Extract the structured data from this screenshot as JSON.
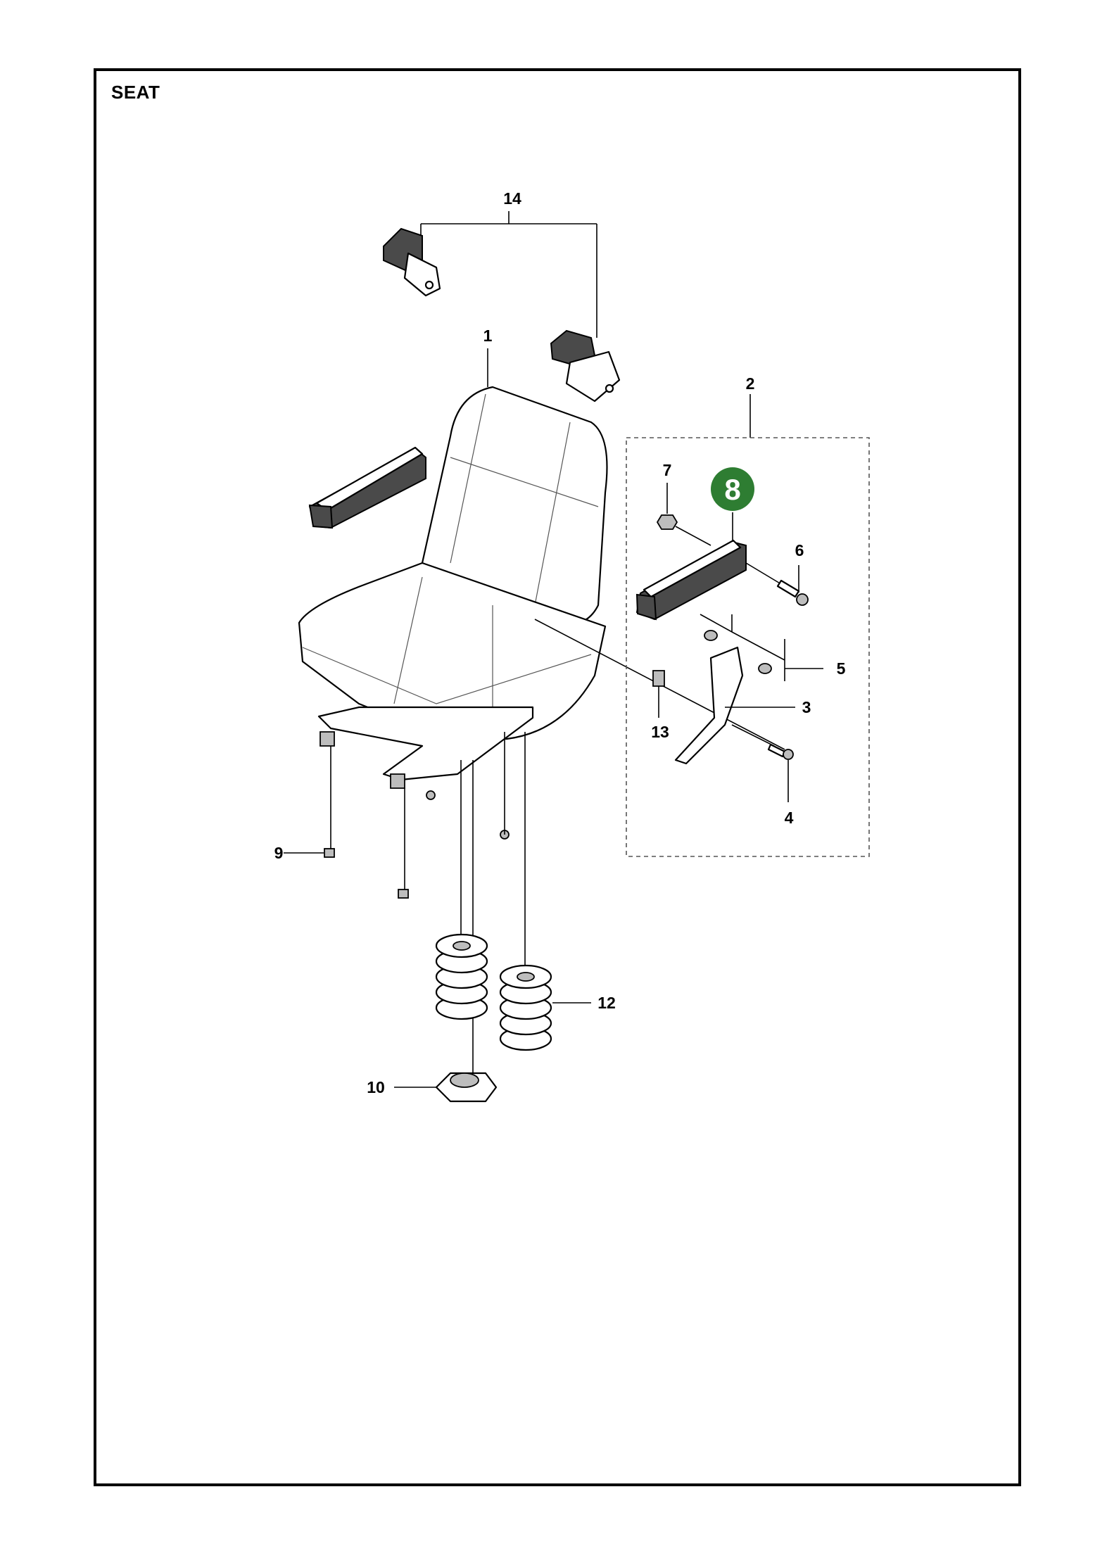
{
  "page": {
    "title": "SEAT"
  },
  "callout": {
    "label": "8",
    "color": "#2e7d32"
  },
  "parts": [
    {
      "id": "p1",
      "label": "1"
    },
    {
      "id": "p2",
      "label": "2"
    },
    {
      "id": "p3",
      "label": "3"
    },
    {
      "id": "p4",
      "label": "4"
    },
    {
      "id": "p5",
      "label": "5"
    },
    {
      "id": "p6",
      "label": "6"
    },
    {
      "id": "p7",
      "label": "7"
    },
    {
      "id": "p9",
      "label": "9"
    },
    {
      "id": "p10",
      "label": "10"
    },
    {
      "id": "p12",
      "label": "12"
    },
    {
      "id": "p13",
      "label": "13"
    },
    {
      "id": "p14",
      "label": "14"
    }
  ]
}
